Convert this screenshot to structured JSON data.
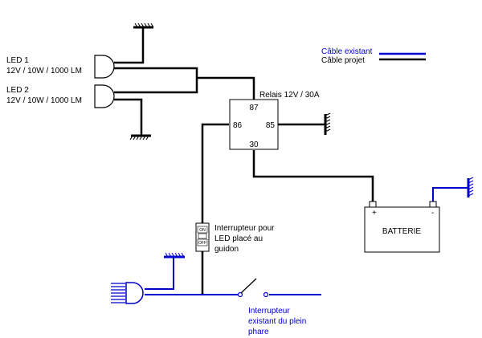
{
  "legend": {
    "existing": {
      "label": "Câble existant",
      "color": "#0000cc"
    },
    "project": {
      "label": "Câble projet",
      "color": "#000000"
    }
  },
  "leds": [
    {
      "name": "LED 1",
      "spec": "12V / 10W / 1000 LM"
    },
    {
      "name": "LED 2",
      "spec": "12V / 10W / 1000 LM"
    }
  ],
  "relay": {
    "title": "Relais 12V / 30A",
    "pins": {
      "p87": "87",
      "p86": "86",
      "p85": "85",
      "p30": "30"
    }
  },
  "battery": {
    "label": "BATTERIE",
    "plus": "+",
    "minus": "-"
  },
  "handlebar_switch": {
    "line1": "Interrupteur pour",
    "line2": "LED placé au",
    "line3": "guidon",
    "on_label": "ON",
    "off_label": "OFF"
  },
  "highbeam_switch": {
    "line1": "Interrupteur",
    "line2": "existant du plein",
    "line3": "phare"
  },
  "icons": [
    "led-lamp-icon",
    "ground-icon",
    "headlight-icon",
    "switch-icon"
  ]
}
